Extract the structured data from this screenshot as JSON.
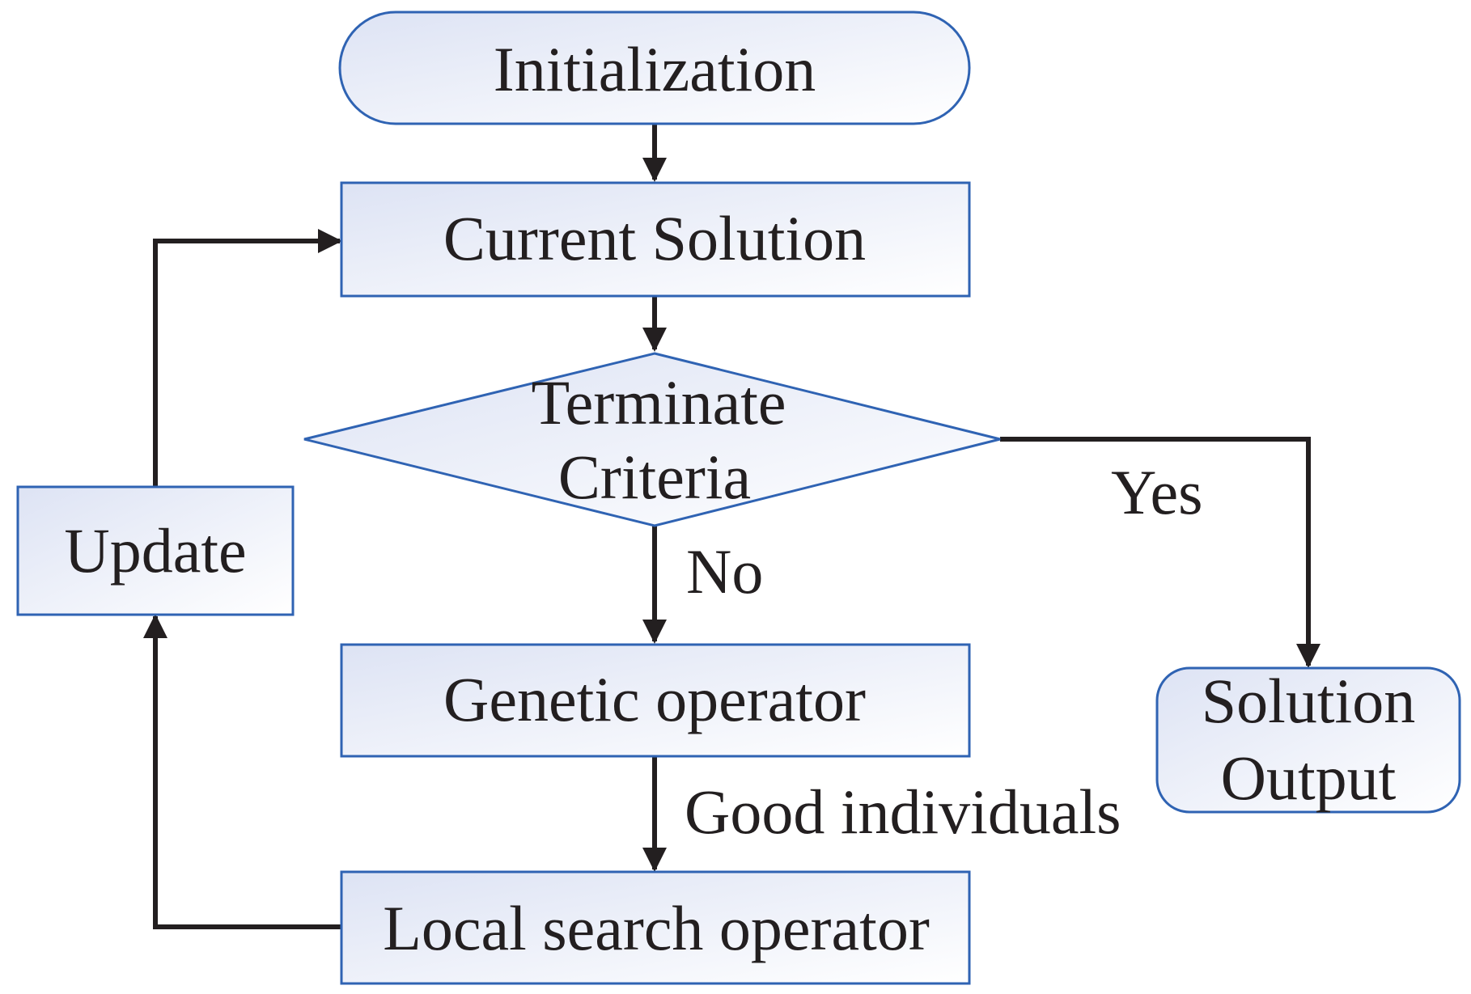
{
  "nodes": {
    "initialization": "Initialization",
    "current_solution": "Current Solution",
    "terminate_line1": "Terminate",
    "terminate_line2": "Criteria",
    "genetic_operator": "Genetic operator",
    "local_search_operator": "Local search operator",
    "update": "Update",
    "solution_output_line1": "Solution",
    "solution_output_line2": "Output"
  },
  "edge_labels": {
    "yes": "Yes",
    "no": "No",
    "good_individuals": "Good individuals"
  },
  "colors": {
    "node_border": "#2f63b3",
    "node_fill_start": "#dde3f4",
    "node_fill_end": "#ffffff",
    "arrow": "#231f20",
    "text": "#231f20"
  }
}
